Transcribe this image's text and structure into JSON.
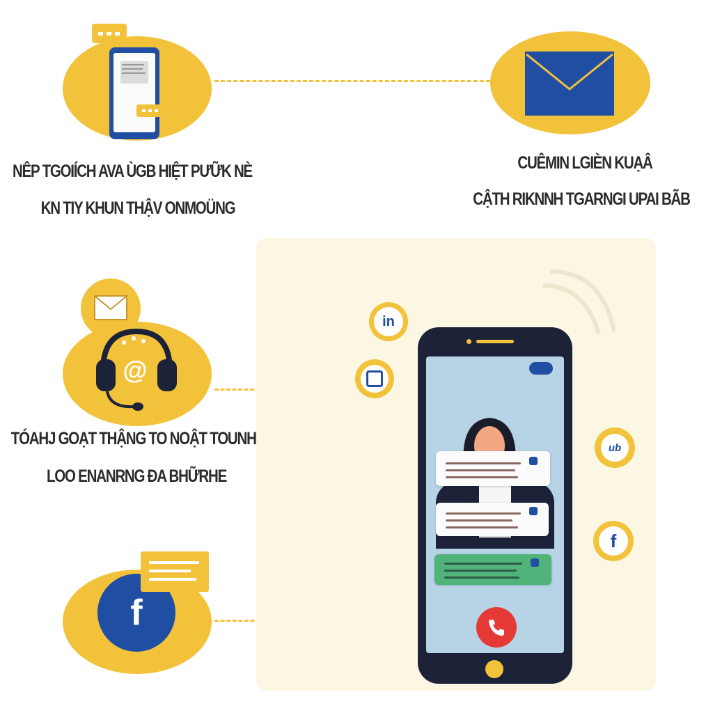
{
  "colors": {
    "accent": "#f2c23a",
    "brand_blue": "#1f4ea3",
    "dark": "#1c2238",
    "panel": "#fbf7e3",
    "screen": "#b7d3e6",
    "call_red": "#e53935",
    "green_bubble": "#4fb37a"
  },
  "captions": {
    "top_left": {
      "line1": "NÊP TGOIÍCH AVA ÙGB HIỆT PƯỮK NÈ",
      "line2": "KN TIY KHUN THẬV ONMOÜNG"
    },
    "top_right": {
      "line1": "CUÊMIN LGIÈN KUẠÂ",
      "line2": "CẬTH RIKNNH TGARNGI UPAI BÃB"
    },
    "middle_left": {
      "line1": "TÓAHJ GOẠT THẬNG TO NOẬT TOUNHIÀ",
      "line2": "LOO ENANRNG ĐA BHỮRHE"
    }
  },
  "icons": {
    "phone_device": "smartphone-icon",
    "envelope": "envelope-icon",
    "headset": "headset-icon",
    "facebook": "facebook-icon",
    "linkedin": "linkedin-icon",
    "call": "phone-call-icon"
  },
  "social_labels": {
    "linkedin": "in",
    "right_badge": "ub",
    "facebook": "f",
    "facebook_large": "f",
    "at_sign": "@"
  }
}
